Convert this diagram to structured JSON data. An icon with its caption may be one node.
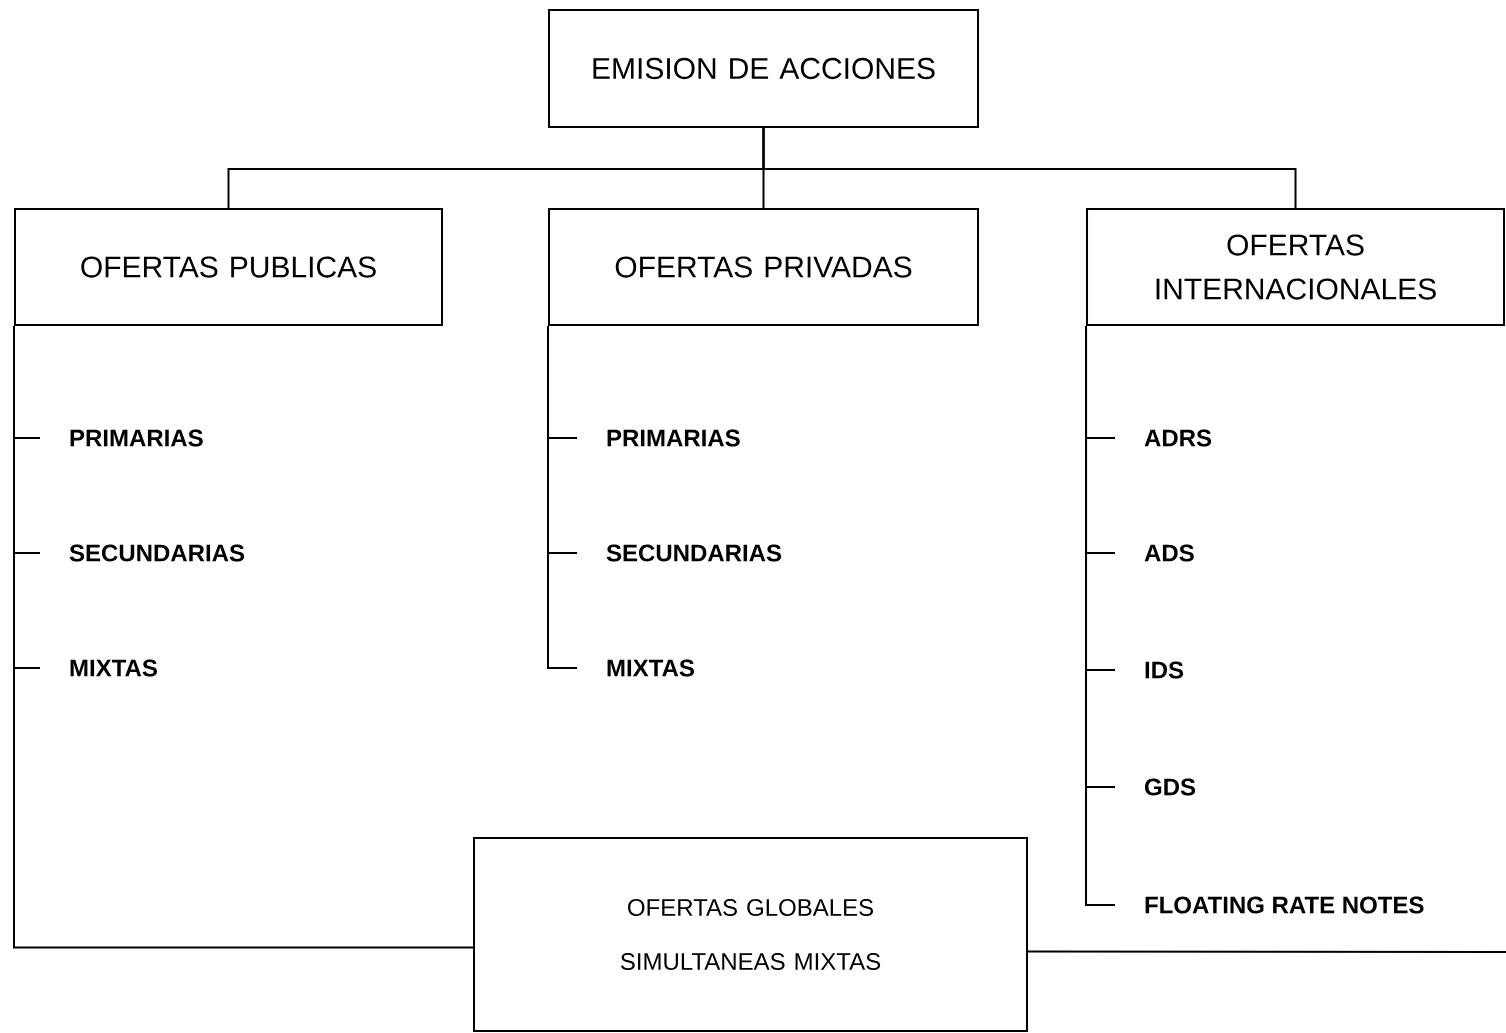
{
  "diagram": {
    "nodes": [
      {
        "text": [
          "EMISION DE ACCIONES"
        ]
      },
      {
        "text": [
          "OFERTAS PUBLICAS"
        ]
      },
      {
        "text": [
          "OFERTAS PRIVADAS"
        ]
      },
      {
        "text": [
          "OFERTAS INTERNACIONALES"
        ]
      },
      {
        "text": [
          "PRIMARIAS"
        ]
      },
      {
        "text": [
          "SECUNDARIAS"
        ]
      },
      {
        "text": [
          "MIXTAS"
        ]
      },
      {
        "text": [
          "PRIMARIAS"
        ]
      },
      {
        "text": [
          "SECUNDARIAS"
        ]
      },
      {
        "text": [
          "MIXTAS"
        ]
      },
      {
        "text": [
          "ADRS"
        ]
      },
      {
        "text": [
          "ADS"
        ]
      },
      {
        "text": [
          "IDS"
        ]
      },
      {
        "text": [
          "GDS"
        ]
      },
      {
        "text": [
          "FLOATING RATE NOTES"
        ]
      },
      {
        "text": [
          "OFERTAS GLOBALES",
          "SIMULTANEAS MIXTAS"
        ]
      }
    ],
    "edges": [
      {
        "from": 0,
        "to": 1,
        "arrow": "none"
      },
      {
        "from": 0,
        "to": 2,
        "arrow": "none"
      },
      {
        "from": 0,
        "to": 3,
        "arrow": "none"
      },
      {
        "from": 1,
        "to": 4,
        "arrow": "none"
      },
      {
        "from": 1,
        "to": 5,
        "arrow": "none"
      },
      {
        "from": 1,
        "to": 6,
        "arrow": "none"
      },
      {
        "from": 2,
        "to": 7,
        "arrow": "none"
      },
      {
        "from": 2,
        "to": 8,
        "arrow": "none"
      },
      {
        "from": 2,
        "to": 9,
        "arrow": "none"
      },
      {
        "from": 3,
        "to": 10,
        "arrow": "none"
      },
      {
        "from": 3,
        "to": 11,
        "arrow": "none"
      },
      {
        "from": 3,
        "to": 12,
        "arrow": "none"
      },
      {
        "from": 3,
        "to": 13,
        "arrow": "none"
      },
      {
        "from": 3,
        "to": 14,
        "arrow": "none"
      },
      {
        "from": 1,
        "to": 15,
        "arrow": "none"
      },
      {
        "from": 15,
        "to": null,
        "arrow": "none"
      }
    ]
  }
}
